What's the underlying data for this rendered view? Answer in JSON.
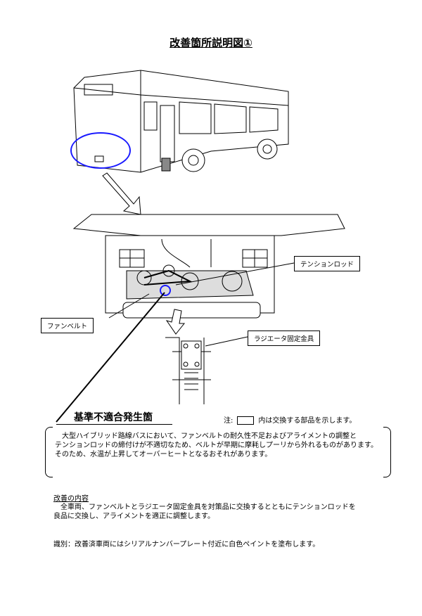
{
  "title": "改善箇所説明図①",
  "labels": {
    "tension_rod": "テンションロッド",
    "fan_belt": "ファンベルト",
    "radiator_bracket": "ラジエータ固定金具"
  },
  "heading": "基準不適合発生箇",
  "note": {
    "prefix": "注:",
    "suffix": "内は交換する部品を示します。"
  },
  "description": [
    "　大型ハイブリッド路線バスにおいて、ファンベルトの耐久性不足およびアライメントの調整と",
    "テンションロッドの締付けが不適切なため、ベルトが早期に摩耗しプーリから外れるものがあります。",
    "そのため、水温が上昇してオーバーヒートとなるおそれがあります。"
  ],
  "improvement": {
    "heading": "改善の内容",
    "lines": [
      "　全車両、ファンベルトとラジエータ固定金具を対策品に交換するとともにテンションロッドを",
      "良品に交換し、アライメントを適正に調整します。"
    ]
  },
  "identification": "識別：改善済車両にはシリアルナンバープレート付近に白色ペイントを塗布します。",
  "colors": {
    "highlight": "#1a1aff"
  }
}
